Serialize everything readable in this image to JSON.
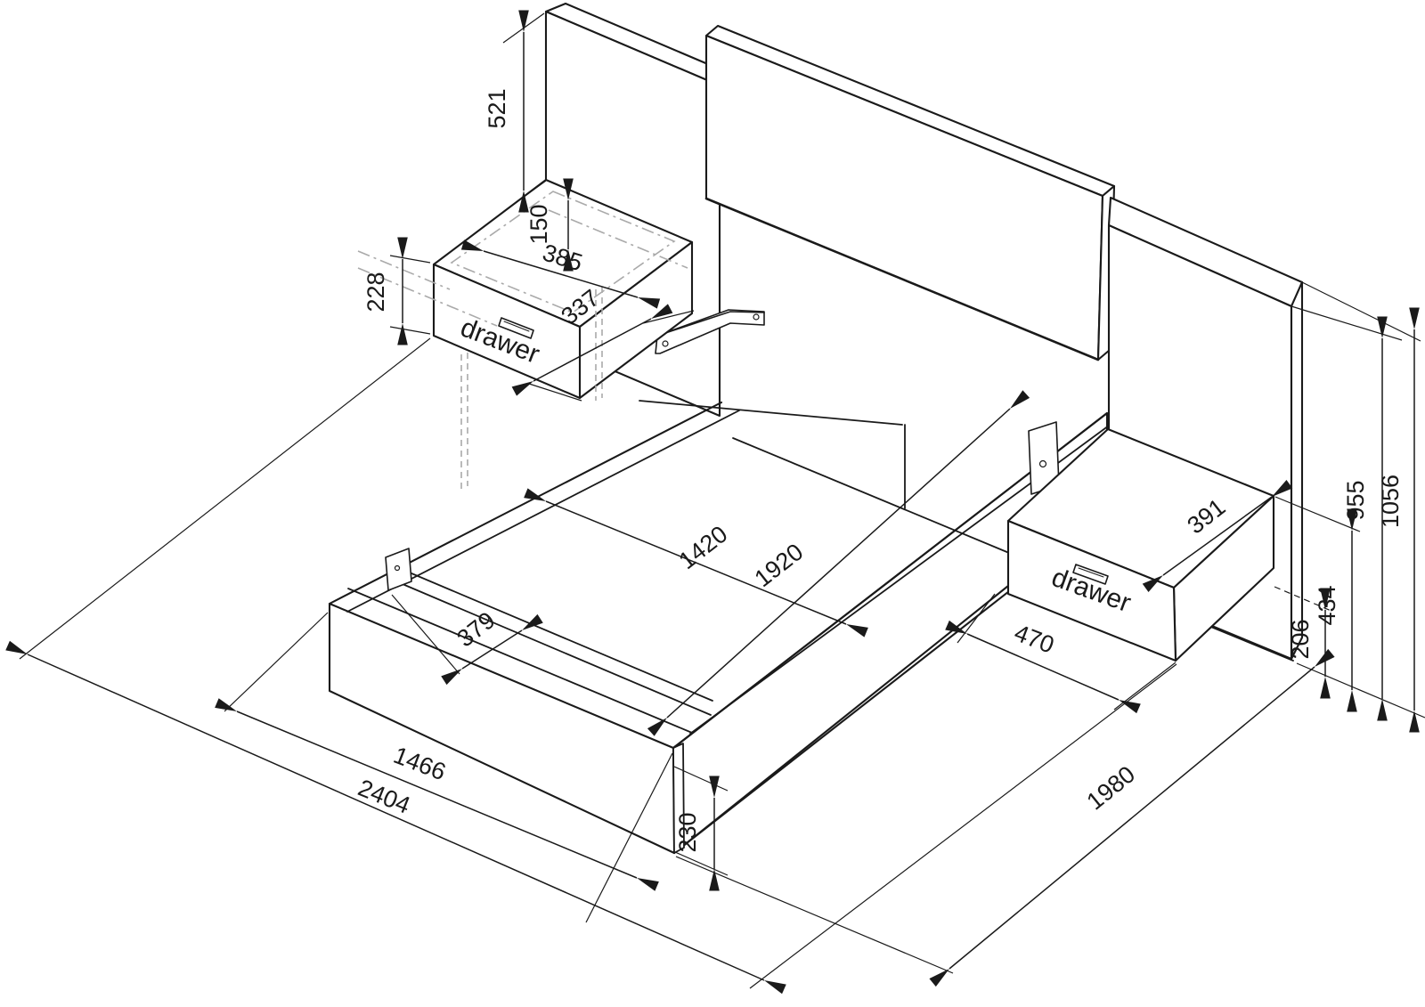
{
  "drawing": {
    "type": "furniture-assembly-dimension-drawing",
    "units_implied": "mm",
    "colors": {
      "line": "#1a1a1a",
      "hidden_line": "#aaaaaa",
      "background": "#ffffff"
    }
  },
  "parts": {
    "left_drawer_label": "drawer",
    "right_drawer_label": "drawer"
  },
  "dims": {
    "panel_above_nightstand": "521",
    "drawer_inner_depth": "150",
    "nightstand_height": "228",
    "nightstand_width": "385",
    "nightstand_depth": "337",
    "bed_inner_width": "1420",
    "bed_inner_length": "1920",
    "rail_to_beam": "379",
    "bed_outer_width": "1466",
    "total_width": "2404",
    "foot_height": "230",
    "side_clearance": "470",
    "right_nightstand_depth": "391",
    "total_depth": "1980",
    "panel_front_height": "955",
    "panel_total_height": "1056",
    "frame_top_height": "434",
    "frame_bottom_height": "206"
  }
}
